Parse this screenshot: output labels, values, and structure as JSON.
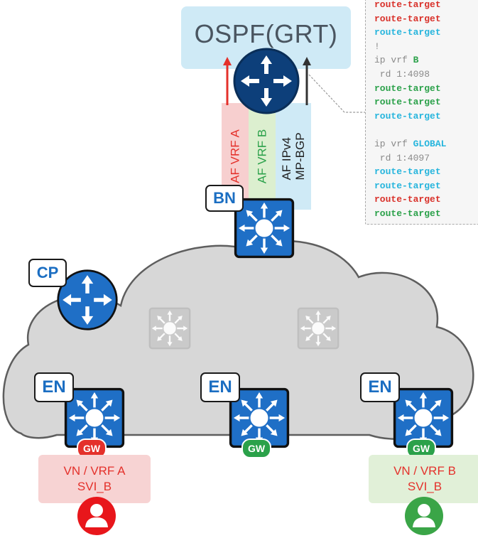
{
  "ospf": {
    "title": "OSPF(GRT)"
  },
  "bands": {
    "vrf_a": "AF VRF A",
    "vrf_b": "AF VRF B",
    "ipv4_line1": "AF IPv4",
    "ipv4_line2": "MP-BGP"
  },
  "config": {
    "lines": [
      {
        "text": "route-target",
        "style": "red"
      },
      {
        "text": "route-target",
        "style": "red"
      },
      {
        "text": "route-target",
        "style": "cyan"
      },
      {
        "text": "!",
        "style": "plain"
      },
      {
        "prefix": "ip vrf ",
        "text": "B",
        "style": "green"
      },
      {
        "text": " rd 1:4098",
        "style": "plain"
      },
      {
        "text": "route-target",
        "style": "green"
      },
      {
        "text": "route-target",
        "style": "green"
      },
      {
        "text": "route-target",
        "style": "cyan"
      },
      {
        "text": "",
        "style": "plain"
      },
      {
        "prefix": "ip vrf ",
        "text": "GLOBAL",
        "style": "cyan"
      },
      {
        "text": " rd 1:4097",
        "style": "plain"
      },
      {
        "text": "route-target",
        "style": "cyan"
      },
      {
        "text": "route-target",
        "style": "cyan"
      },
      {
        "text": "route-target",
        "style": "red"
      },
      {
        "text": "route-target",
        "style": "green"
      }
    ]
  },
  "labels": {
    "bn": "BN",
    "cp": "CP",
    "en_left": "EN",
    "en_middle": "EN",
    "en_right": "EN"
  },
  "gateways": {
    "left": "GW",
    "middle": "GW",
    "right": "GW"
  },
  "vn": {
    "left_line1": "VN / VRF A",
    "left_line2": "SVI_B",
    "right_line1": "VN / VRF B",
    "right_line2": "SVI_B"
  },
  "colors": {
    "vrf_a": "#e4312b",
    "vrf_b": "#2ba14a",
    "global": "#26b5dd",
    "device_blue": "#1f6fc6",
    "router_navy": "#0d3f7a",
    "ospf_bg": "#cfeaf6"
  },
  "icons": {
    "border_node": "layer3-switch-icon",
    "control_plane": "router-icon",
    "edge_node": "layer3-switch-icon",
    "intermediate": "layer3-switch-icon",
    "host": "user-icon"
  }
}
